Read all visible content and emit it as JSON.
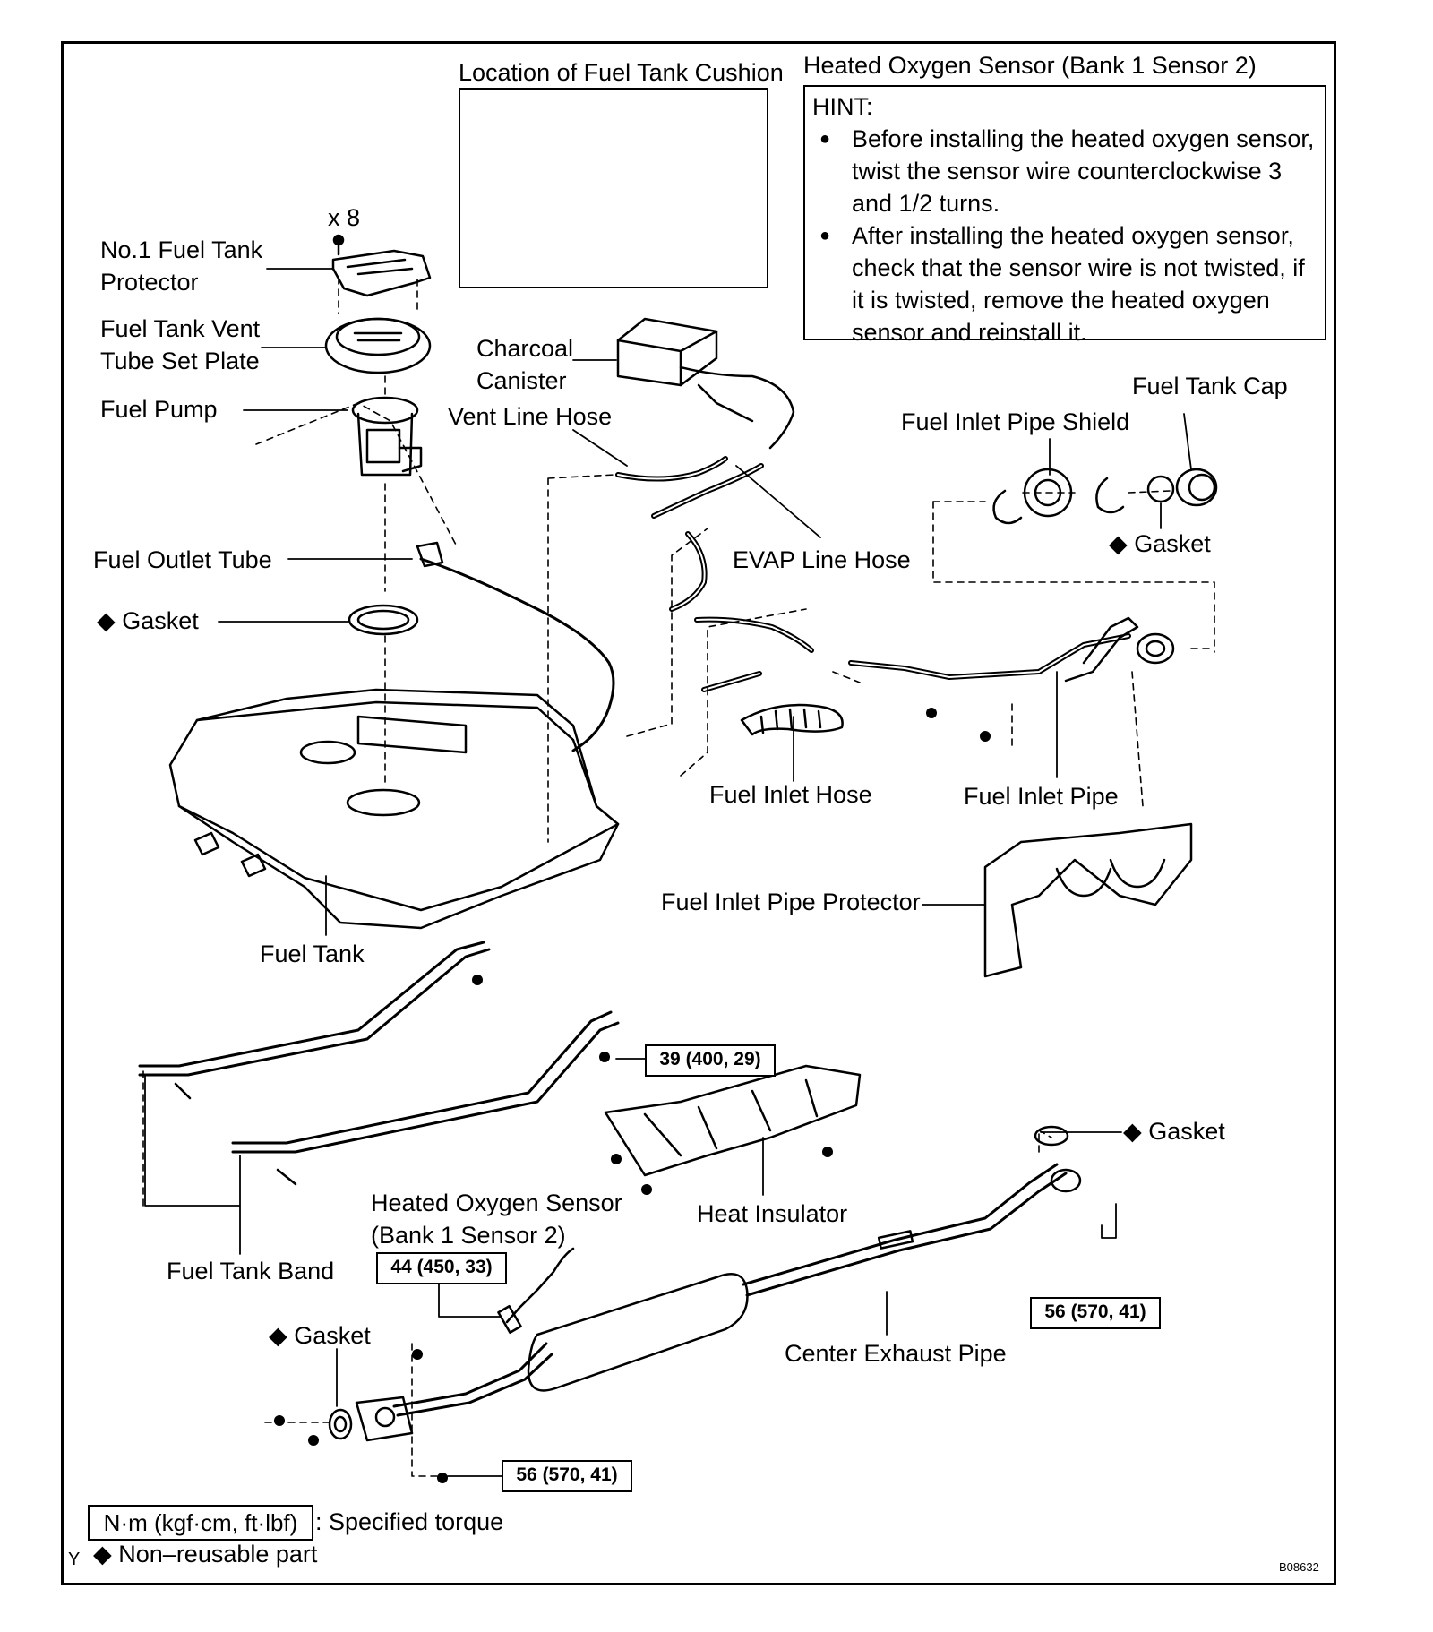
{
  "labels": {
    "location_cushion": "Location of Fuel Tank Cushion",
    "hos_title": "Heated Oxygen Sensor (Bank 1 Sensor 2)",
    "hint_head": "HINT:",
    "hint_items": [
      "Before installing the heated oxygen sensor, twist the sensor wire counterclockwise 3 and 1/2 turns.",
      "After installing the heated oxygen sensor, check that the sensor wire is not twisted, if it is twisted, remove the heated oxygen sensor and reinstall it."
    ],
    "x8": "x 8",
    "protector_l1": "No.1 Fuel Tank",
    "protector_l2": "Protector",
    "vent_plate_l1": "Fuel Tank Vent",
    "vent_plate_l2": "Tube Set Plate",
    "fuel_pump": "Fuel Pump",
    "charcoal_l1": "Charcoal",
    "charcoal_l2": "Canister",
    "vent_line_hose": "Vent Line Hose",
    "fuel_tank_cap": "Fuel Tank Cap",
    "inlet_pipe_shield": "Fuel Inlet Pipe Shield",
    "gasket_cap": "◆ Gasket",
    "fuel_outlet_tube": "Fuel Outlet Tube",
    "evap_line_hose": "EVAP Line Hose",
    "gasket_pump": "◆ Gasket",
    "fuel_inlet_hose": "Fuel Inlet Hose",
    "fuel_inlet_pipe": "Fuel Inlet Pipe",
    "fuel_inlet_pipe_protector": "Fuel Inlet Pipe Protector",
    "fuel_tank": "Fuel Tank",
    "heat_insulator": "Heat Insulator",
    "gasket_exhaust": "◆ Gasket",
    "hos_l1": "Heated Oxygen Sensor",
    "hos_l2": "(Bank 1 Sensor 2)",
    "fuel_tank_band": "Fuel Tank Band",
    "gasket_front": "◆ Gasket",
    "center_exhaust_pipe": "Center Exhaust Pipe",
    "legend_torque_box": "N·m (kgf·cm, ft·lbf)",
    "legend_torque_text": ": Specified torque",
    "legend_nonreusable": "◆ Non–reusable part",
    "corner_y": "Y",
    "code": "B08632"
  },
  "torques": {
    "t1": "39 (400, 29)",
    "t2": "44 (450, 33)",
    "t3": "56 (570, 41)",
    "t4": "56 (570, 41)"
  }
}
